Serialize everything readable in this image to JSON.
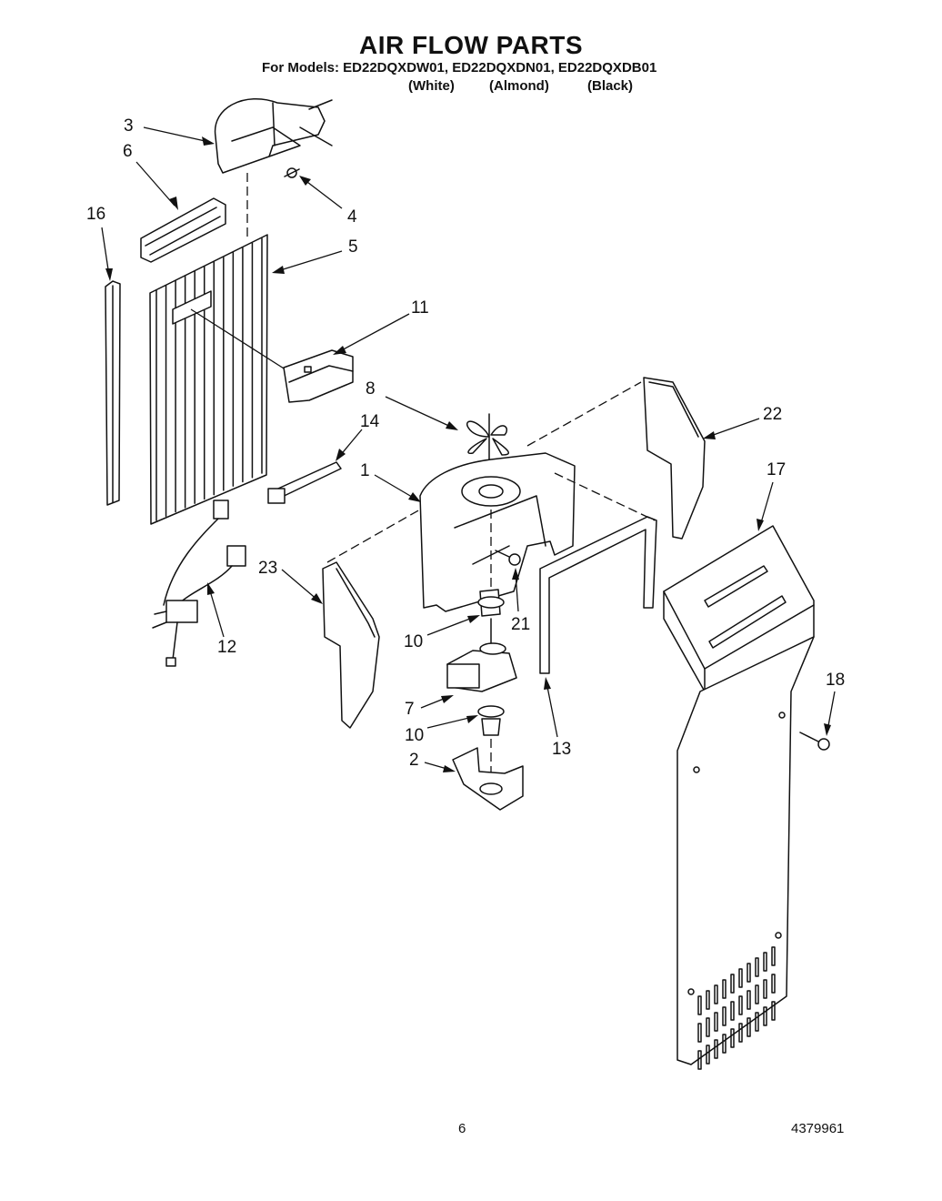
{
  "page": {
    "title": "AIR FLOW PARTS",
    "models_line": "For Models: ED22DQXDW01, ED22DQXDN01, ED22DQXDB01",
    "variants": [
      "(White)",
      "(Almond)",
      "(Black)"
    ],
    "page_number": "6",
    "document_number": "4379961"
  },
  "callouts": [
    "3",
    "6",
    "4",
    "16",
    "5",
    "11",
    "8",
    "14",
    "22",
    "1",
    "17",
    "23",
    "21",
    "12",
    "10",
    "7",
    "10",
    "13",
    "18",
    "2"
  ]
}
